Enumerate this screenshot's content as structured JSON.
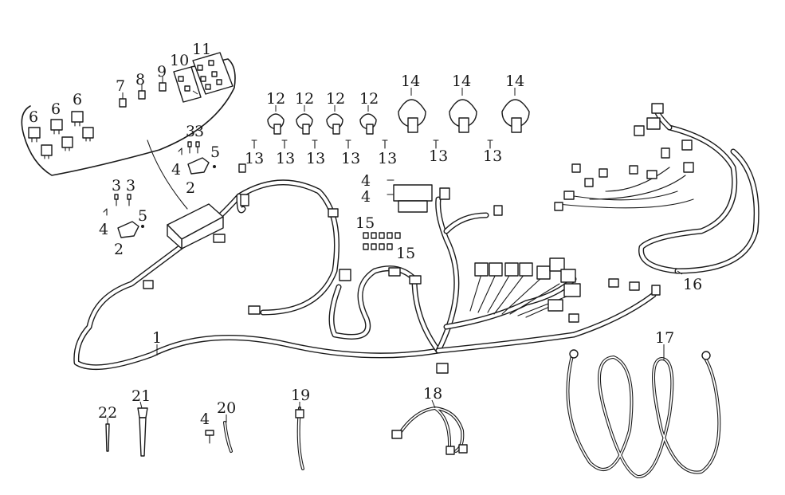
{
  "callouts": [
    {
      "id": "c1",
      "text": "1"
    },
    {
      "id": "c2a",
      "text": "2"
    },
    {
      "id": "c2b",
      "text": "2"
    },
    {
      "id": "c3a",
      "text": "3"
    },
    {
      "id": "c3b",
      "text": "3"
    },
    {
      "id": "c3c",
      "text": "3"
    },
    {
      "id": "c3d",
      "text": "3"
    },
    {
      "id": "c4a",
      "text": "4"
    },
    {
      "id": "c4b",
      "text": "4"
    },
    {
      "id": "c4c",
      "text": "4"
    },
    {
      "id": "c4d",
      "text": "4"
    },
    {
      "id": "c4e",
      "text": "4"
    },
    {
      "id": "c5a",
      "text": "5"
    },
    {
      "id": "c5b",
      "text": "5"
    },
    {
      "id": "c6a",
      "text": "6"
    },
    {
      "id": "c6b",
      "text": "6"
    },
    {
      "id": "c6c",
      "text": "6"
    },
    {
      "id": "c7",
      "text": "7"
    },
    {
      "id": "c8",
      "text": "8"
    },
    {
      "id": "c9",
      "text": "9"
    },
    {
      "id": "c10",
      "text": "10"
    },
    {
      "id": "c11",
      "text": "11"
    },
    {
      "id": "c12a",
      "text": "12"
    },
    {
      "id": "c12b",
      "text": "12"
    },
    {
      "id": "c12c",
      "text": "12"
    },
    {
      "id": "c12d",
      "text": "12"
    },
    {
      "id": "c13a",
      "text": "13"
    },
    {
      "id": "c13b",
      "text": "13"
    },
    {
      "id": "c13c",
      "text": "13"
    },
    {
      "id": "c13d",
      "text": "13"
    },
    {
      "id": "c13e",
      "text": "13"
    },
    {
      "id": "c13f",
      "text": "13"
    },
    {
      "id": "c13g",
      "text": "13"
    },
    {
      "id": "c14a",
      "text": "14"
    },
    {
      "id": "c14b",
      "text": "14"
    },
    {
      "id": "c14c",
      "text": "14"
    },
    {
      "id": "c15a",
      "text": "15"
    },
    {
      "id": "c15b",
      "text": "15"
    },
    {
      "id": "c16",
      "text": "16"
    },
    {
      "id": "c17",
      "text": "17"
    },
    {
      "id": "c18",
      "text": "18"
    },
    {
      "id": "c19",
      "text": "19"
    },
    {
      "id": "c20",
      "text": "20"
    },
    {
      "id": "c21",
      "text": "21"
    },
    {
      "id": "c22",
      "text": "22"
    }
  ]
}
